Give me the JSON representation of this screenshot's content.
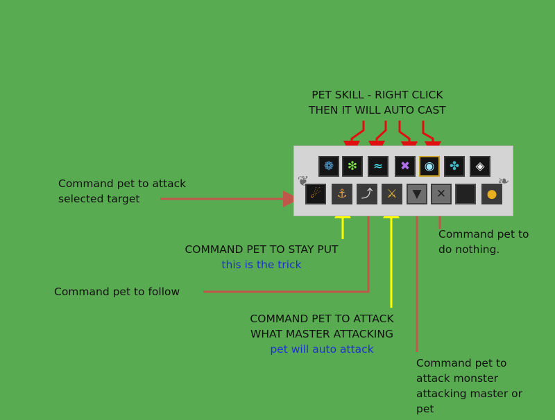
{
  "labels": {
    "pet_skill_line1": "PET SKILL - RIGHT CLICK",
    "pet_skill_line2": "THEN IT WILL AUTO CAST",
    "attack_selected_line1": "Command pet to attack",
    "attack_selected_line2": "selected target",
    "stay_put": "COMMAND PET TO STAY PUT",
    "stay_put_note": "this is the trick",
    "follow": "Command pet to follow",
    "attack_master_line1": "COMMAND PET TO ATTACK",
    "attack_master_line2": "WHAT MASTER ATTACKING",
    "attack_master_note": "pet will auto attack",
    "do_nothing_line1": "Command pet to",
    "do_nothing_line2": "do nothing.",
    "defend_line1": "Command pet to",
    "defend_line2": "attack monster",
    "defend_line3": "attacking master or",
    "defend_line4": "pet"
  },
  "skill_bar": [
    {
      "icon": "claw-skill-icon",
      "glyph": "❁",
      "color": "#5aa8e0"
    },
    {
      "icon": "green-bolt-skill-icon",
      "glyph": "❇",
      "color": "#7de04a"
    },
    {
      "icon": "cyan-wave-skill-icon",
      "glyph": "≈",
      "color": "#4ee3f0"
    },
    {
      "icon": "purple-cross-skill-icon",
      "glyph": "✖",
      "color": "#b071e8"
    },
    {
      "icon": "blue-orb-skill-icon",
      "glyph": "◉",
      "color": "#9fe8ff"
    },
    {
      "icon": "shield-plus-skill-icon",
      "glyph": "✤",
      "color": "#3fb8c8"
    },
    {
      "icon": "diamond-arrows-skill-icon",
      "glyph": "◈",
      "color": "#f2f2f2"
    }
  ],
  "command_bar": [
    {
      "icon": "attack-target-icon",
      "glyph": "☄",
      "color": "#f0a030"
    },
    {
      "icon": "stay-put-icon",
      "glyph": "⚓",
      "color": "#e6a24a"
    },
    {
      "icon": "follow-icon",
      "glyph": "⤴",
      "color": "#dddddd"
    },
    {
      "icon": "sword-icon",
      "glyph": "⚔",
      "color": "#e8b840"
    },
    {
      "icon": "shield-icon",
      "glyph": "▼",
      "color": "#222222"
    },
    {
      "icon": "shield-cross-icon",
      "glyph": "✕",
      "color": "#222222"
    },
    {
      "icon": "empty-slot-icon",
      "glyph": "",
      "color": "#222222"
    },
    {
      "icon": "bomb-icon",
      "glyph": "●",
      "color": "#e8b020"
    }
  ],
  "colors": {
    "background": "#58ab50",
    "skill_arrow": "#e01010",
    "command_arrow": "#c0574a",
    "highlight_arrow": "#ffff00",
    "note_text": "#1f2fd6"
  }
}
